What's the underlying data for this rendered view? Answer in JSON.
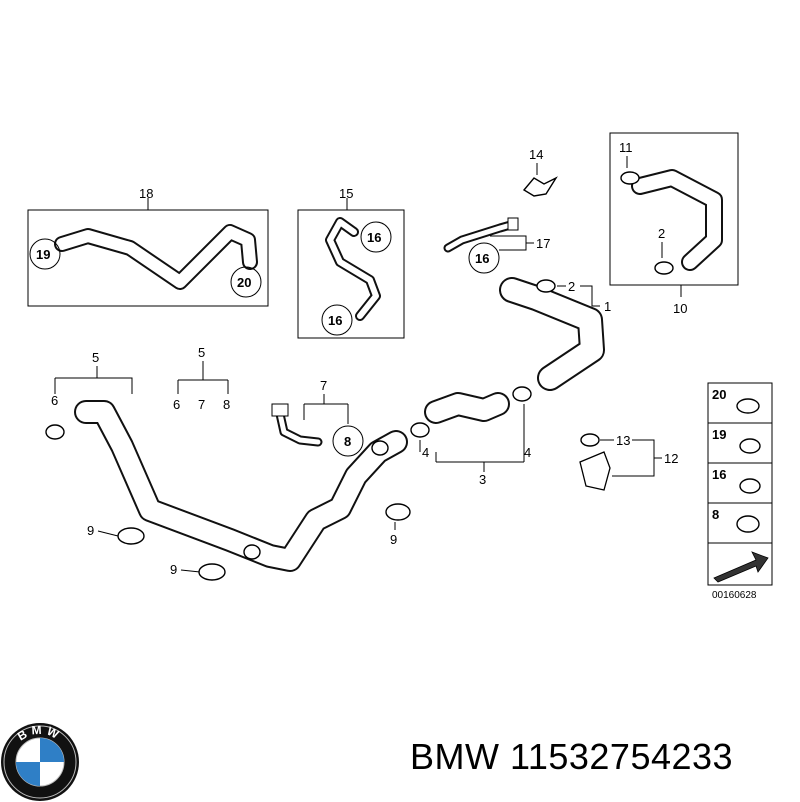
{
  "callouts": {
    "c1": "1",
    "c2a": "2",
    "c2b": "2",
    "c3": "3",
    "c4a": "4",
    "c4b": "4",
    "c5a": "5",
    "c5b": "5",
    "c6a": "6",
    "c6b": "6",
    "c7a": "7",
    "c7b": "7",
    "c8a": "8",
    "c8b": "8",
    "c8c": "8",
    "c9a": "9",
    "c9b": "9",
    "c9c": "9",
    "c10": "10",
    "c11": "11",
    "c12": "12",
    "c13": "13",
    "c14": "14",
    "c15": "15",
    "c16a": "16",
    "c16b": "16",
    "c16c": "16",
    "c16d": "16",
    "c17": "17",
    "c18": "18",
    "c19a": "19",
    "c19b": "19",
    "c20a": "20",
    "c20b": "20"
  },
  "diagram_code": "00160628",
  "brand": {
    "logo_letters": "BMW",
    "caption": "BMW 11532754233",
    "colors": {
      "blue": "#2f7fc6",
      "ring": "#111111"
    }
  }
}
